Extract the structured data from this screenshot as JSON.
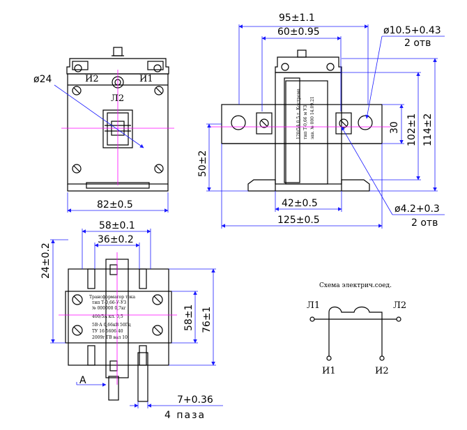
{
  "colors": {
    "outline": "#000000",
    "dimension": "#1a1aff",
    "centerline": "#ff00ff"
  },
  "front_view": {
    "diameter_label": "ø24",
    "terminal_left": "И2",
    "terminal_right": "И1",
    "primary_mark": "Л2",
    "width_dim": "82±0.5"
  },
  "side_view": {
    "width_outer": "95±1.1",
    "width_inner": "60±0.95",
    "hole_large": "ø10.5+0.43",
    "hole_large_count": "2 отв",
    "hole_small": "ø4.2+0.3",
    "hole_small_count": "2 отв",
    "height_30": "30",
    "height_102": "102±1",
    "height_114": "114±2",
    "height_50": "50±2",
    "base_inner": "42±0.5",
    "base_outer": "125±0.5",
    "nameplate": [
      "120/5А 0,5 г. Кострома",
      "тип Т-0,66 м У3",
      "зав. № 000 14.09.21"
    ]
  },
  "top_view": {
    "width_58": "58±0.1",
    "width_36": "36±0.2",
    "offset_24": "24±0.2",
    "height_58": "58±1",
    "height_76": "76±1",
    "label_a": "A",
    "slot_dim": "7+0.36",
    "slot_count": "4 паза",
    "nameplate": [
      "Трансформатор тока",
      "тип Т-0,66-У-У3",
      "№ 000000   0,7кг",
      "400/5А   кл. 0,5",
      "5В·А  0,66кВ  50Гц",
      "ТУ 16 5606.40",
      "2009г  ГВ  вал 10"
    ]
  },
  "schematic": {
    "title": "Схема электрич.соед.",
    "l1": "Л1",
    "l2": "Л2",
    "i1": "И1",
    "i2": "И2"
  }
}
